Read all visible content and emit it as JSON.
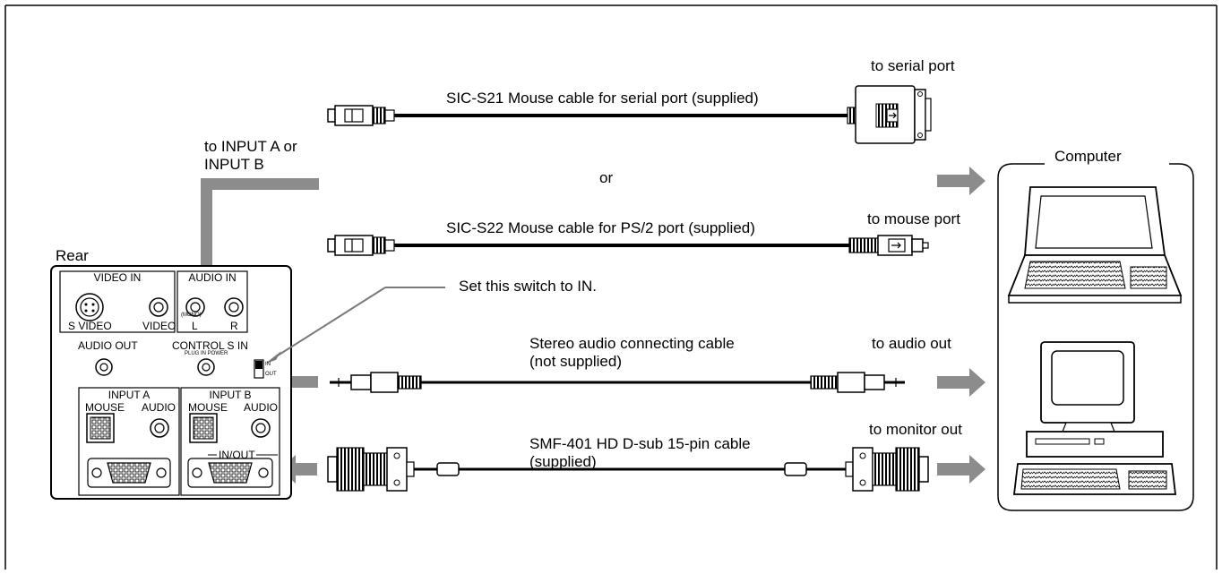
{
  "labels": {
    "serial_cable": "SIC-S21 Mouse cable for serial port (supplied)",
    "to_serial_port": "to serial port",
    "to_input": "to INPUT A or INPUT B",
    "or": "or",
    "ps2_cable": "SIC-S22 Mouse cable for PS/2 port (supplied)",
    "to_mouse_port": "to mouse port",
    "computer": "Computer",
    "rear": "Rear",
    "set_switch": "Set this switch to IN.",
    "audio_cable": "Stereo audio connecting cable (not supplied)",
    "to_audio_out": "to audio out",
    "vga_cable": "SMF-401 HD D-sub 15-pin cable (supplied)",
    "to_monitor_out": "to monitor out"
  },
  "panel": {
    "video_in": "VIDEO IN",
    "audio_in": "AUDIO IN",
    "s_video": "S VIDEO",
    "video": "VIDEO",
    "mono": "(MONO)",
    "l": "L",
    "r": "R",
    "audio_out": "AUDIO OUT",
    "control_s_in": "CONTROL S IN",
    "plug_in_power": "PLUG IN POWER",
    "switch_in": "IN",
    "switch_out": "OUT",
    "input_a": "INPUT A",
    "input_b": "INPUT B",
    "mouse_a": "MOUSE",
    "audio_a": "AUDIO",
    "mouse_b": "MOUSE",
    "audio_b": "AUDIO",
    "in_out": "IN/OUT"
  }
}
